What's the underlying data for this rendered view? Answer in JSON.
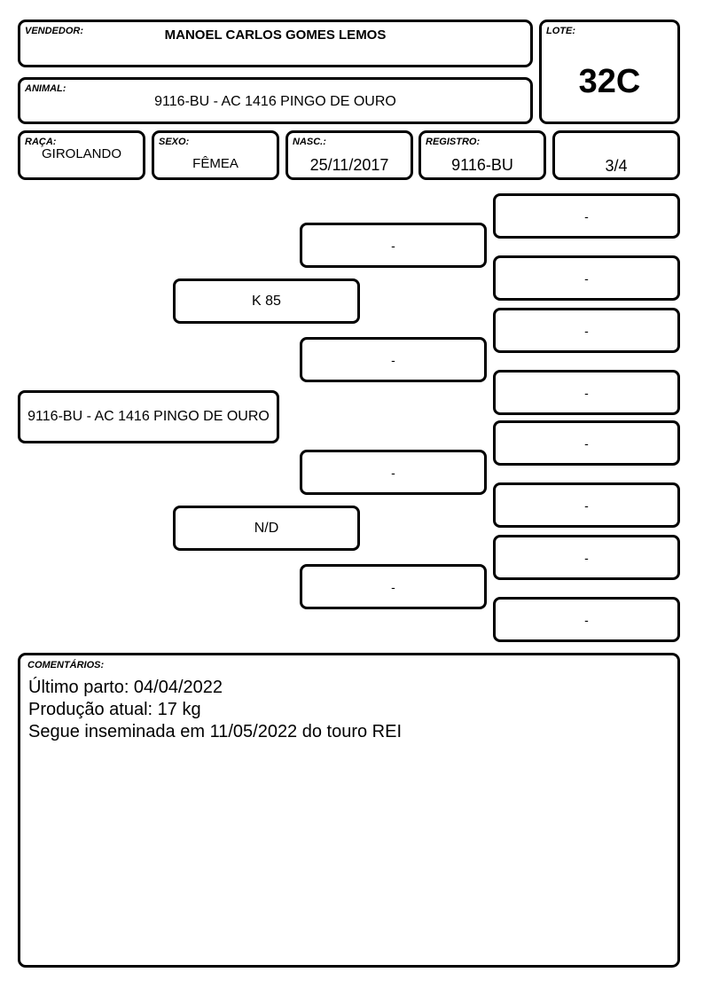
{
  "header": {
    "vendedor_label": "VENDEDOR:",
    "vendedor": "MANOEL CARLOS GOMES LEMOS",
    "lote_label": "LOTE:",
    "lote": "32C",
    "animal_label": "ANIMAL:",
    "animal": "9116-BU - AC 1416 PINGO DE OURO"
  },
  "info": {
    "raca_label": "RAÇA:",
    "raca": "GIROLANDO",
    "sexo_label": "SEXO:",
    "sexo": "FÊMEA",
    "nasc_label": "NASC.:",
    "nasc": "25/11/2017",
    "registro_label": "REGISTRO:",
    "registro": "9116-BU",
    "grau": "3/4"
  },
  "pedigree": {
    "animal": "9116-BU - AC 1416 PINGO DE OURO",
    "sire": "K 85",
    "dam": "N/D",
    "grandparents": [
      "-",
      "-",
      "-",
      "-"
    ],
    "great_grandparents": [
      "-",
      "-",
      "-",
      "-",
      "-",
      "-",
      "-",
      "-"
    ]
  },
  "comments": {
    "label": "COMENTÁRIOS:",
    "lines": [
      "Último parto: 04/04/2022",
      "Produção atual: 17 kg",
      "Segue inseminada em 11/05/2022 do touro REI"
    ]
  }
}
